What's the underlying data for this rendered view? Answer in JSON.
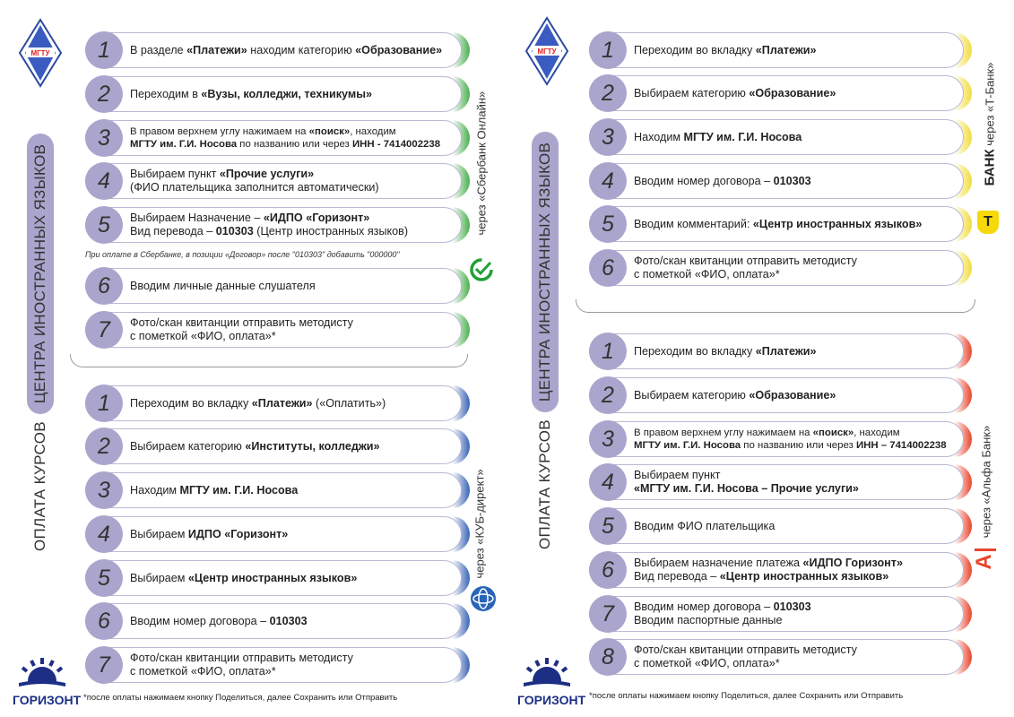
{
  "title": {
    "prefix": "ОПЛАТА КУРСОВ",
    "highlight": "ЦЕНТРА ИНОСТРАННЫХ ЯЗЫКОВ"
  },
  "logos": {
    "mgtu": "МГТУ",
    "gorizont": "ГОРИЗОНТ"
  },
  "colors": {
    "circle": "#aaa5cc",
    "sber": "#4caf50",
    "kub": "#3a64b4",
    "tbank": "#f2dc3a",
    "alfa": "#e8452c"
  },
  "sections": {
    "sber": {
      "bank_label": "через «Сбербанк Онлайн»",
      "note": "При оплате в Сбербанке, в позиции «Договор» после \"010303\" добавить \"000000\"",
      "steps": [
        {
          "n": "1",
          "lines": [
            [
              {
                "t": "В разделе "
              },
              {
                "t": "«Платежи»",
                "b": 1
              },
              {
                "t": " находим категорию "
              },
              {
                "t": "«Образование»",
                "b": 1
              }
            ]
          ]
        },
        {
          "n": "2",
          "lines": [
            [
              {
                "t": "Переходим в "
              },
              {
                "t": "«Вузы, колледжи, техникумы»",
                "b": 1
              }
            ]
          ]
        },
        {
          "n": "3",
          "small": 1,
          "lines": [
            [
              {
                "t": "В правом верхнем углу нажимаем на "
              },
              {
                "t": "«поиск»",
                "b": 1
              },
              {
                "t": ", находим"
              }
            ],
            [
              {
                "t": "МГТУ им. Г.И. Носова",
                "b": 1
              },
              {
                "t": " по названию или через "
              },
              {
                "t": "ИНН - 7414002238",
                "b": 1
              }
            ]
          ]
        },
        {
          "n": "4",
          "lines": [
            [
              {
                "t": "Выбираем пункт "
              },
              {
                "t": "«Прочие услуги»",
                "b": 1
              }
            ],
            [
              {
                "t": "(ФИО плательщика заполнится автоматически)"
              }
            ]
          ]
        },
        {
          "n": "5",
          "lines": [
            [
              {
                "t": "Выбираем Назначение – "
              },
              {
                "t": "«ИДПО «Горизонт»",
                "b": 1
              }
            ],
            [
              {
                "t": "Вид перевода – "
              },
              {
                "t": "010303",
                "b": 1
              },
              {
                "t": " (Центр иностранных языков)"
              }
            ]
          ]
        },
        {
          "n": "6",
          "lines": [
            [
              {
                "t": "Вводим личные данные слушателя"
              }
            ]
          ]
        },
        {
          "n": "7",
          "lines": [
            [
              {
                "t": "Фото/скан квитанции отправить методисту"
              }
            ],
            [
              {
                "t": "с пометкой «ФИО, оплата»*"
              }
            ]
          ]
        }
      ]
    },
    "kub": {
      "bank_label": "через «КУБ-директ»",
      "steps": [
        {
          "n": "1",
          "lines": [
            [
              {
                "t": "Переходим во вкладку "
              },
              {
                "t": "«Платежи»",
                "b": 1
              },
              {
                "t": " («Оплатить»)"
              }
            ]
          ]
        },
        {
          "n": "2",
          "lines": [
            [
              {
                "t": "Выбираем категорию "
              },
              {
                "t": "«Институты, колледжи»",
                "b": 1
              }
            ]
          ]
        },
        {
          "n": "3",
          "lines": [
            [
              {
                "t": "Находим "
              },
              {
                "t": "МГТУ им. Г.И. Носова",
                "b": 1
              }
            ]
          ]
        },
        {
          "n": "4",
          "lines": [
            [
              {
                "t": "Выбираем "
              },
              {
                "t": "ИДПО «Горизонт»",
                "b": 1
              }
            ]
          ]
        },
        {
          "n": "5",
          "lines": [
            [
              {
                "t": "Выбираем "
              },
              {
                "t": "«Центр иностранных языков»",
                "b": 1
              }
            ]
          ]
        },
        {
          "n": "6",
          "lines": [
            [
              {
                "t": "Вводим номер договора – "
              },
              {
                "t": "010303",
                "b": 1
              }
            ]
          ]
        },
        {
          "n": "7",
          "lines": [
            [
              {
                "t": "Фото/скан квитанции отправить методисту"
              }
            ],
            [
              {
                "t": "с пометкой «ФИО, оплата»*"
              }
            ]
          ]
        }
      ]
    },
    "tbank": {
      "bank_brand": "БАНК",
      "bank_label": "через «Т-Банк»",
      "steps": [
        {
          "n": "1",
          "lines": [
            [
              {
                "t": "Переходим во вкладку "
              },
              {
                "t": "«Платежи»",
                "b": 1
              }
            ]
          ]
        },
        {
          "n": "2",
          "lines": [
            [
              {
                "t": "Выбираем категорию "
              },
              {
                "t": "«Образование»",
                "b": 1
              }
            ]
          ]
        },
        {
          "n": "3",
          "lines": [
            [
              {
                "t": "Находим "
              },
              {
                "t": "МГТУ им. Г.И. Носова",
                "b": 1
              }
            ]
          ]
        },
        {
          "n": "4",
          "lines": [
            [
              {
                "t": "Вводим номер договора – "
              },
              {
                "t": "010303",
                "b": 1
              }
            ]
          ]
        },
        {
          "n": "5",
          "lines": [
            [
              {
                "t": "Вводим комментарий: "
              },
              {
                "t": "«Центр иностранных языков»",
                "b": 1
              }
            ]
          ]
        },
        {
          "n": "6",
          "lines": [
            [
              {
                "t": "Фото/скан квитанции отправить методисту"
              }
            ],
            [
              {
                "t": "с пометкой «ФИО, оплата»*"
              }
            ]
          ]
        }
      ]
    },
    "alfa": {
      "bank_label": "через «Альфа Банк»",
      "steps": [
        {
          "n": "1",
          "lines": [
            [
              {
                "t": "Переходим во вкладку "
              },
              {
                "t": "«Платежи»",
                "b": 1
              }
            ]
          ]
        },
        {
          "n": "2",
          "lines": [
            [
              {
                "t": "Выбираем категорию "
              },
              {
                "t": "«Образование»",
                "b": 1
              }
            ]
          ]
        },
        {
          "n": "3",
          "small": 1,
          "lines": [
            [
              {
                "t": "В правом верхнем углу нажимаем на "
              },
              {
                "t": "«поиск»",
                "b": 1
              },
              {
                "t": ", находим"
              }
            ],
            [
              {
                "t": "МГТУ им. Г.И. Носова",
                "b": 1
              },
              {
                "t": " по названию или через "
              },
              {
                "t": "ИНН – 7414002238",
                "b": 1
              }
            ]
          ]
        },
        {
          "n": "4",
          "lines": [
            [
              {
                "t": "Выбираем пункт"
              }
            ],
            [
              {
                "t": "«МГТУ им. Г.И. Носова – Прочие услуги»",
                "b": 1
              }
            ]
          ]
        },
        {
          "n": "5",
          "lines": [
            [
              {
                "t": "Вводим ФИО плательщика"
              }
            ]
          ]
        },
        {
          "n": "6",
          "lines": [
            [
              {
                "t": "Выбираем назначение платежа "
              },
              {
                "t": "«ИДПО Горизонт»",
                "b": 1
              }
            ],
            [
              {
                "t": "Вид перевода – "
              },
              {
                "t": "«Центр иностранных языков»",
                "b": 1
              }
            ]
          ]
        },
        {
          "n": "7",
          "lines": [
            [
              {
                "t": "Вводим номер договора – "
              },
              {
                "t": "010303",
                "b": 1
              }
            ],
            [
              {
                "t": "Вводим паспортные данные"
              }
            ]
          ]
        },
        {
          "n": "8",
          "lines": [
            [
              {
                "t": "Фото/скан квитанции отправить методисту"
              }
            ],
            [
              {
                "t": "с пометкой «ФИО, оплата»*"
              }
            ]
          ]
        }
      ]
    }
  },
  "footnote": "*после оплаты нажимаем кнопку Поделиться, далее Сохранить или Отправить"
}
